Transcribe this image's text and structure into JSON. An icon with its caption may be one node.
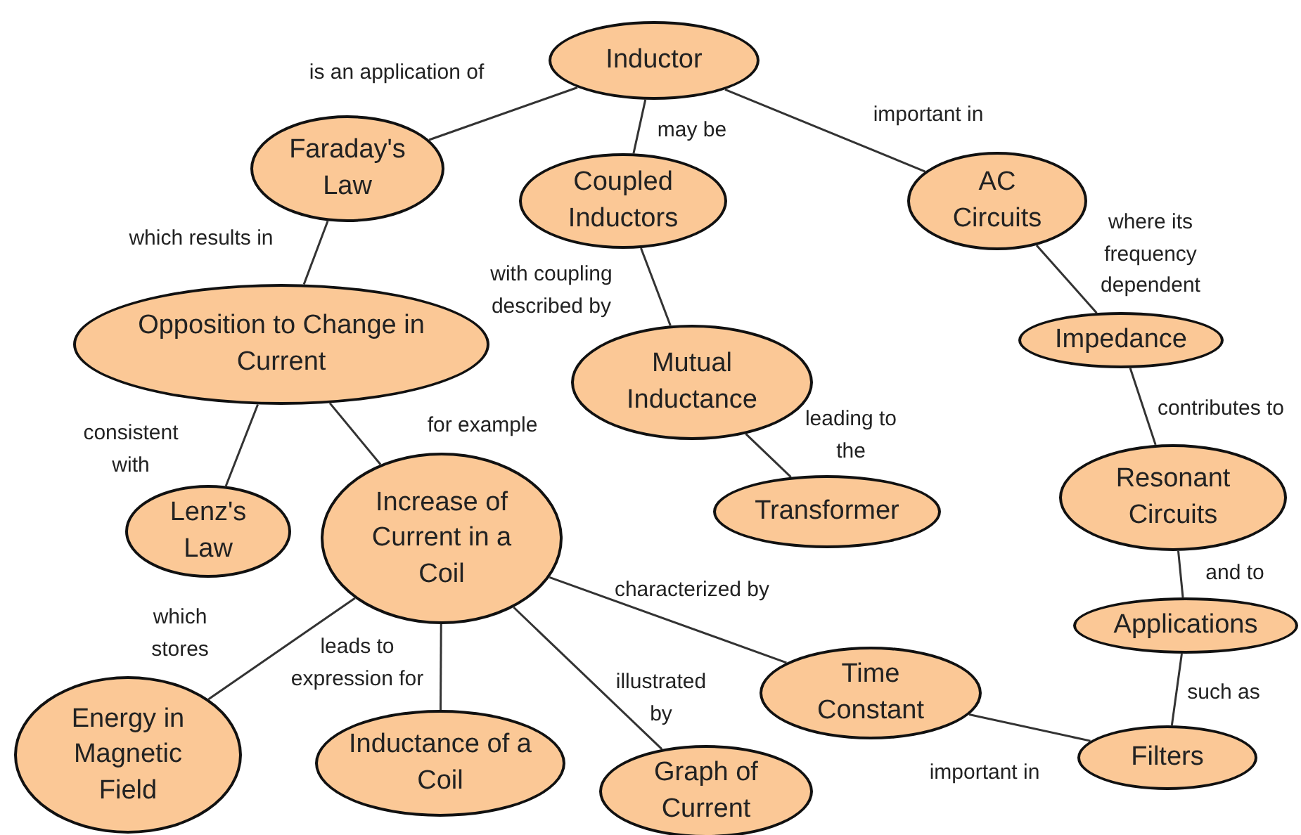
{
  "diagram": {
    "nodes": [
      {
        "text": [
          "Inductor"
        ]
      },
      {
        "text": [
          "Faraday's Law"
        ]
      },
      {
        "text": [
          "Coupled Inductors"
        ]
      },
      {
        "text": [
          "AC Circuits"
        ]
      },
      {
        "text": [
          "Opposition to Change in Current"
        ]
      },
      {
        "text": [
          "Mutual Inductance"
        ]
      },
      {
        "text": [
          "Impedance"
        ]
      },
      {
        "text": [
          "Lenz's Law"
        ]
      },
      {
        "text": [
          "Increase of Current in a Coil"
        ]
      },
      {
        "text": [
          "Transformer"
        ]
      },
      {
        "text": [
          "Resonant Circuits"
        ]
      },
      {
        "text": [
          "Applications"
        ]
      },
      {
        "text": [
          "Energy in Magnetic Field"
        ]
      },
      {
        "text": [
          "Time Constant"
        ]
      },
      {
        "text": [
          "Inductance of a Coil"
        ]
      },
      {
        "text": [
          "Graph of Current"
        ]
      },
      {
        "text": [
          "Filters"
        ]
      }
    ],
    "edges": [
      {
        "from": 0,
        "to": 1,
        "arrow": "none",
        "label": "is an application of"
      },
      {
        "from": 0,
        "to": 2,
        "arrow": "none",
        "label": "may be"
      },
      {
        "from": 0,
        "to": 3,
        "arrow": "none",
        "label": "important in"
      },
      {
        "from": 1,
        "to": 4,
        "arrow": "none",
        "label": "which results in"
      },
      {
        "from": 2,
        "to": 5,
        "arrow": "none",
        "label": "with coupling described by"
      },
      {
        "from": 3,
        "to": 6,
        "arrow": "none",
        "label": "where its frequency dependent"
      },
      {
        "from": 4,
        "to": 7,
        "arrow": "none",
        "label": "consistent with"
      },
      {
        "from": 4,
        "to": 8,
        "arrow": "none",
        "label": "for example"
      },
      {
        "from": 5,
        "to": 9,
        "arrow": "none",
        "label": "leading to the"
      },
      {
        "from": 6,
        "to": 10,
        "arrow": "none",
        "label": "contributes to"
      },
      {
        "from": 8,
        "to": 12,
        "arrow": "none",
        "label": "which stores"
      },
      {
        "from": 8,
        "to": 14,
        "arrow": "none",
        "label": "leads to expression for"
      },
      {
        "from": 8,
        "to": 15,
        "arrow": "none",
        "label": "illustrated by"
      },
      {
        "from": 8,
        "to": 13,
        "arrow": "none",
        "label": "characterized by"
      },
      {
        "from": 13,
        "to": 16,
        "arrow": "none",
        "label": "important in"
      },
      {
        "from": 10,
        "to": 11,
        "arrow": "none",
        "label": "and to"
      },
      {
        "from": 11,
        "to": 16,
        "arrow": "none",
        "label": "such as"
      }
    ]
  }
}
